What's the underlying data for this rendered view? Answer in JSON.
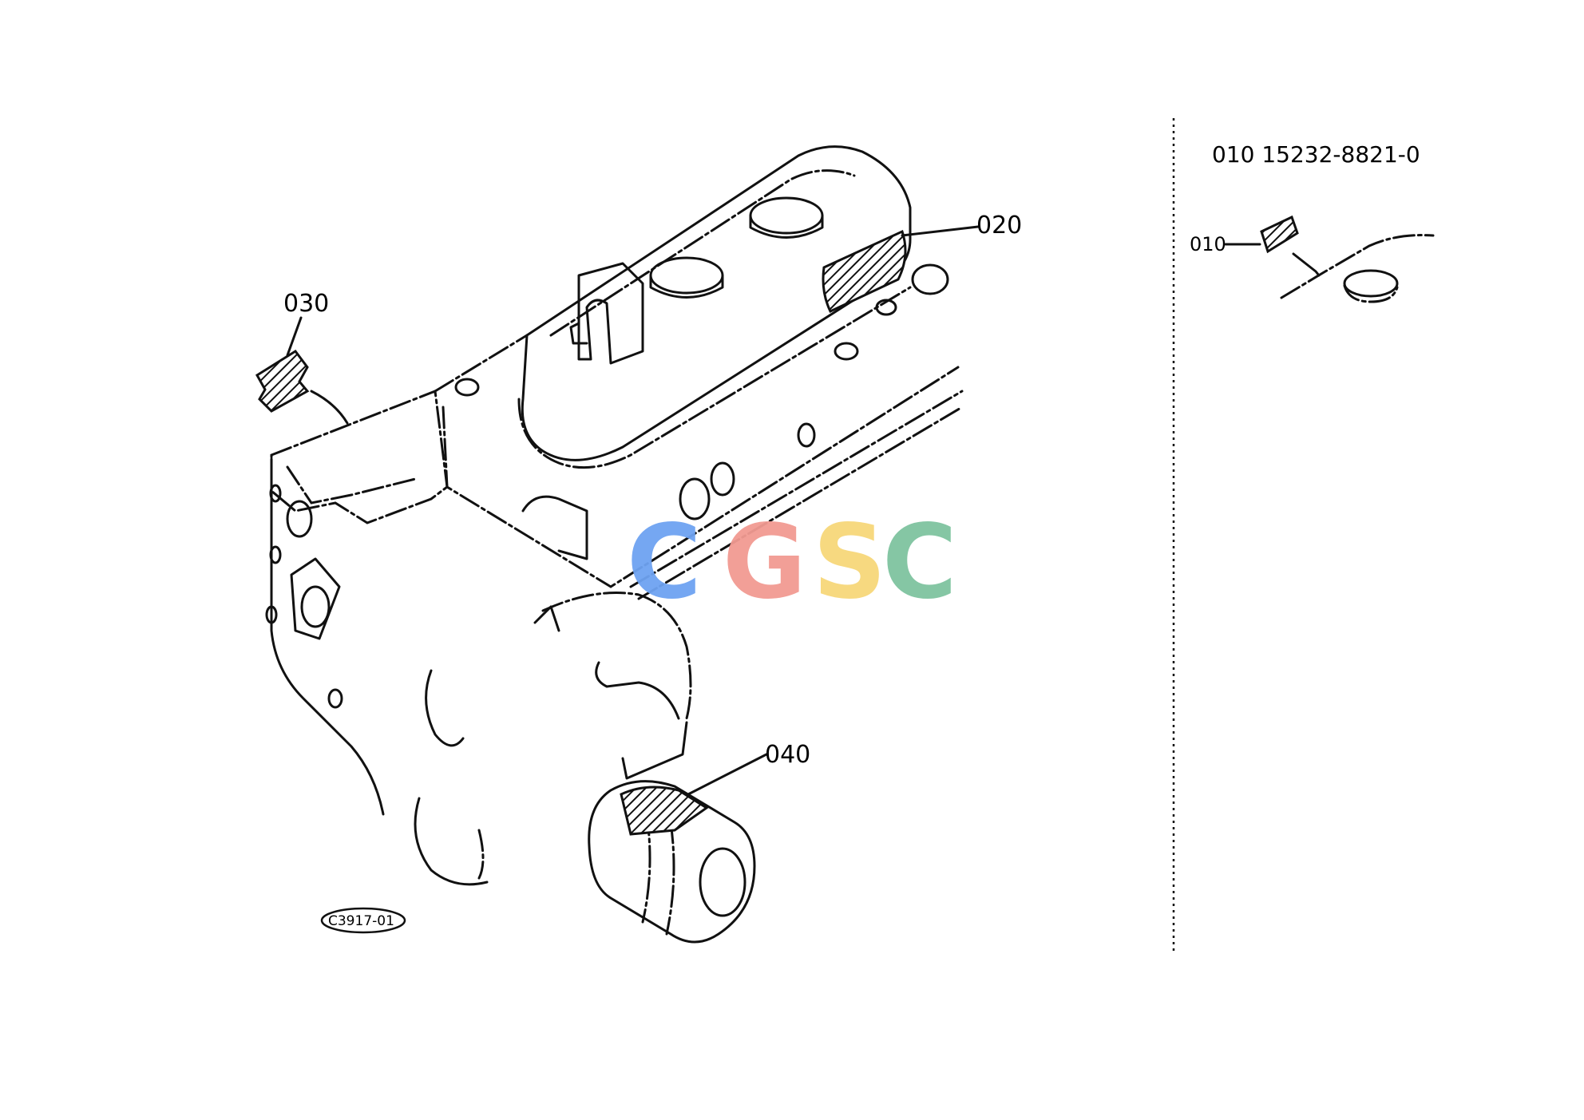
{
  "diagram": {
    "callouts": {
      "c020": "020",
      "c030": "030",
      "c040": "040"
    },
    "figure_ref": "C3917-01",
    "inset": {
      "part_line": "010  15232-8821-0",
      "callout": "010"
    },
    "watermark": {
      "letters": [
        "C",
        "G",
        "S",
        "C"
      ],
      "colors": [
        "#6ea3f2",
        "#f29a92",
        "#f7d77a",
        "#7fc4a0"
      ]
    },
    "colors": {
      "line": "#111111",
      "background": "#ffffff"
    }
  }
}
